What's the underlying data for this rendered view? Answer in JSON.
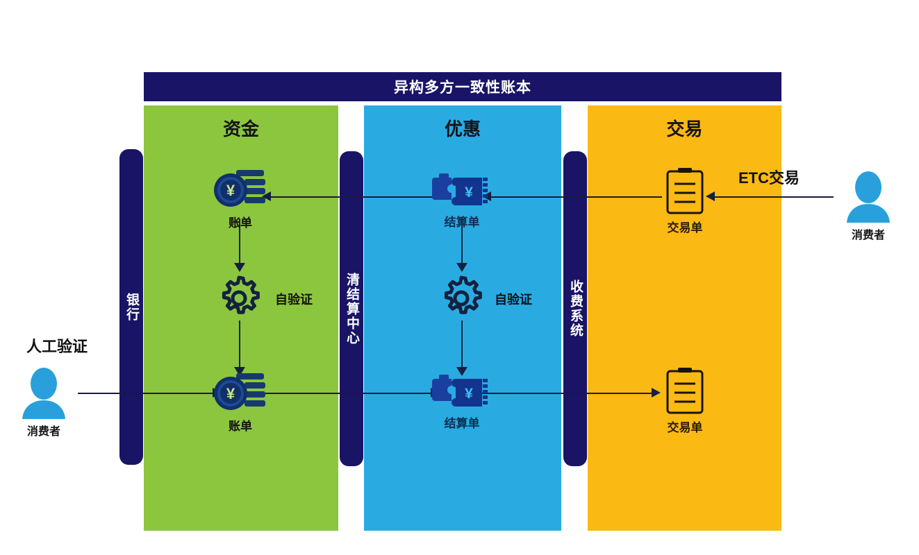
{
  "diagram": {
    "banner_title": "异构多方一致性账本",
    "columns": [
      {
        "key": "funds",
        "title": "资金",
        "color": "#8CC63E"
      },
      {
        "key": "promo",
        "title": "优惠",
        "color": "#29ABE2"
      },
      {
        "key": "trade",
        "title": "交易",
        "color": "#FBB913"
      }
    ],
    "lanes": [
      {
        "key": "bank",
        "label": "银行",
        "color": "#191466"
      },
      {
        "key": "clearing",
        "label": "清结算中心",
        "color": "#191466"
      },
      {
        "key": "toll",
        "label": "收费系统",
        "color": "#191466"
      }
    ],
    "nodes": {
      "funds_top": {
        "label": "账单",
        "icon": "coin-yen-bill-icon"
      },
      "funds_bottom": {
        "label": "账单",
        "icon": "coin-yen-bill-icon"
      },
      "promo_top": {
        "label": "结算单",
        "icon": "voucher-yen-icon"
      },
      "promo_bottom": {
        "label": "结算单",
        "icon": "voucher-yen-icon"
      },
      "trade_top": {
        "label": "交易单",
        "icon": "clipboard-icon"
      },
      "trade_bottom": {
        "label": "交易单",
        "icon": "clipboard-icon"
      }
    },
    "verify": {
      "funds_label": "自验证",
      "promo_label": "自验证",
      "icon": "gear-icon"
    },
    "annotations": {
      "etc_transaction": "ETC交易",
      "manual_verification": "人工验证"
    },
    "actors": [
      {
        "key": "consumer_right",
        "label": "消费者",
        "icon": "person-icon",
        "color": "#29A0DC"
      },
      {
        "key": "consumer_left",
        "label": "消费者",
        "icon": "person-icon",
        "color": "#29A0DC"
      }
    ]
  }
}
